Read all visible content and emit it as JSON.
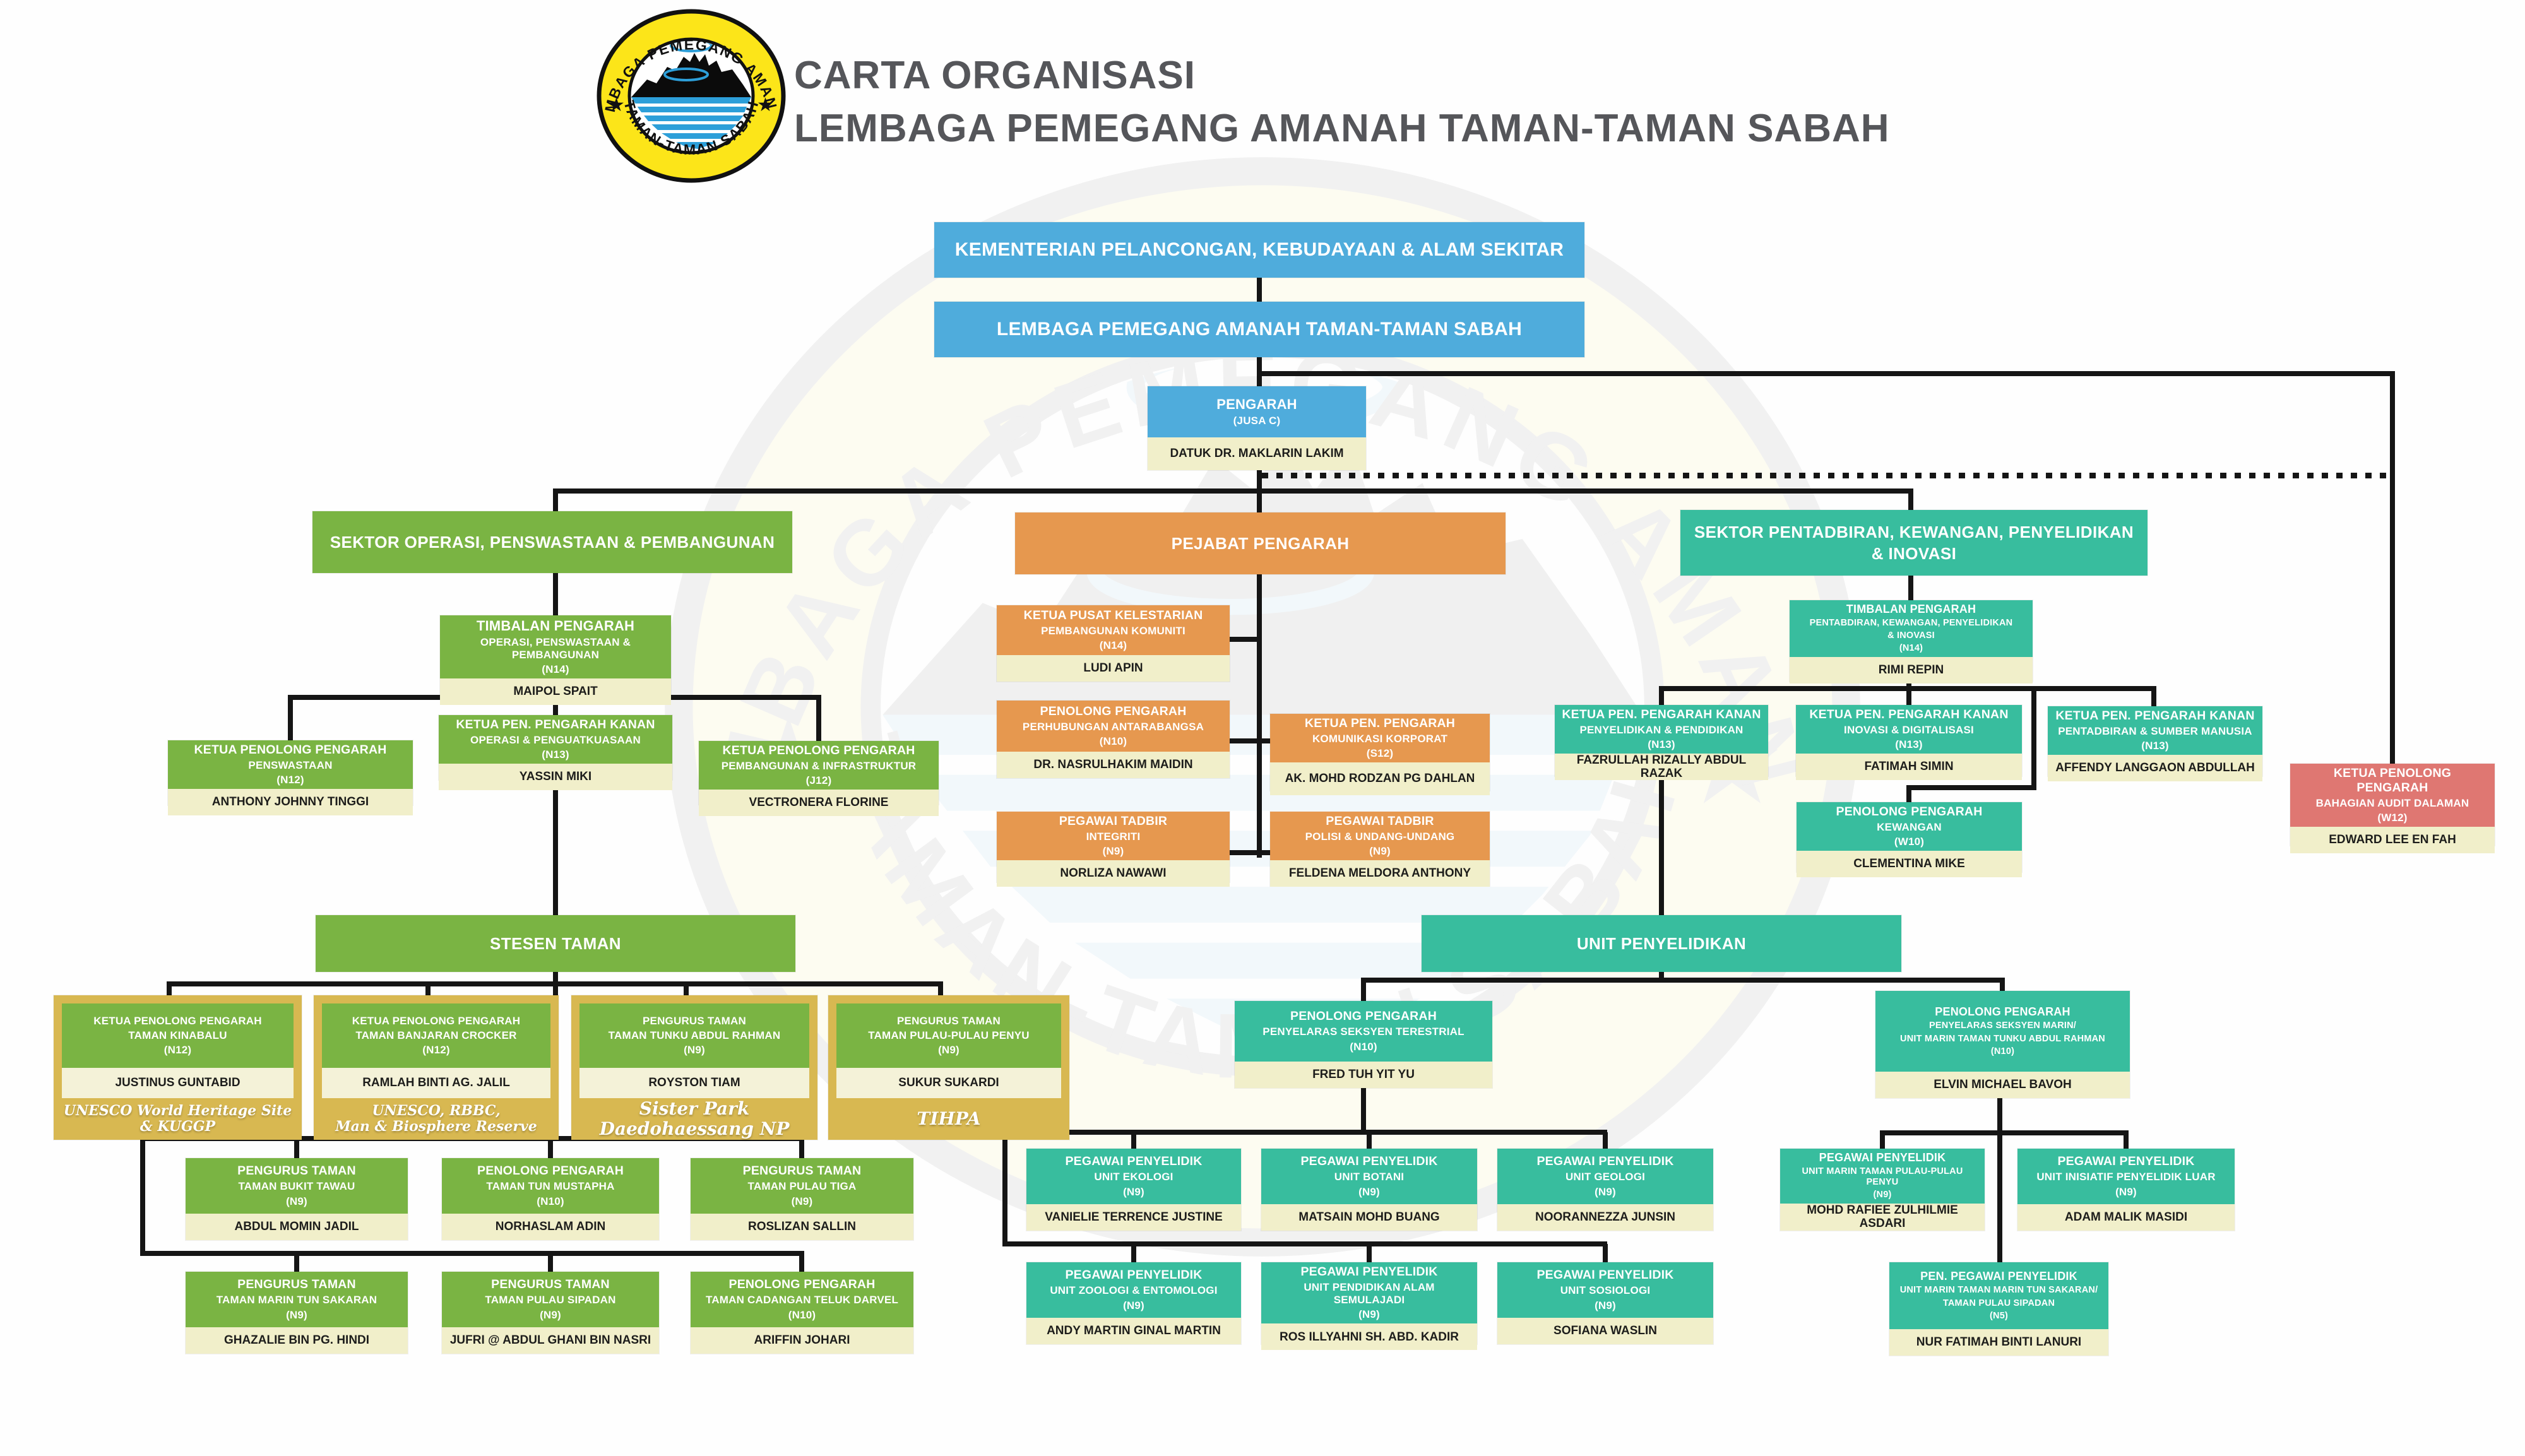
{
  "title": {
    "line1": "CARTA ORGANISASI",
    "line2": "LEMBAGA PEMEGANG AMANAH TAMAN-TAMAN SABAH"
  },
  "logo": {
    "top_text": "LEMBAGA PEMEGANG AMANAH",
    "bottom_text": "TAMAN-TAMAN SABAH"
  },
  "colors": {
    "blue": "#4FACDC",
    "green": "#7AB443",
    "orange": "#E6984F",
    "teal": "#38BD9E",
    "gold": "#D8B851",
    "red": "#DF7772",
    "cream": "#F1EFCA",
    "line": "#151515",
    "title_gray": "#55565a"
  },
  "nodes": {
    "ministry": {
      "lines": [
        "KEMENTERIAN PELANCONGAN, KEBUDAYAAN & ALAM SEKITAR"
      ]
    },
    "board": {
      "lines": [
        "LEMBAGA PEMEGANG AMANAH  TAMAN-TAMAN SABAH"
      ]
    },
    "director": {
      "lines": [
        "PENGARAH",
        "(JUSA C)"
      ],
      "name": "DATUK DR. MAKLARIN LAKIM"
    },
    "sector_ops": {
      "lines": [
        "SEKTOR OPERASI, PENSWASTAAN & PEMBANGUNAN"
      ]
    },
    "sector_office": {
      "lines": [
        "PEJABAT PENGARAH"
      ]
    },
    "sector_admin": {
      "lines": [
        "SEKTOR PENTADBIRAN, KEWANGAN, PENYELIDIKAN",
        "& INOVASI"
      ]
    },
    "timbalan_ops": {
      "lines": [
        "TIMBALAN PENGARAH",
        "OPERASI, PENSWASTAAN & PEMBANGUNAN",
        "(N14)"
      ],
      "name": "MAIPOL SPAIT"
    },
    "kpp_penswastaan": {
      "lines": [
        "KETUA PENOLONG PENGARAH",
        "PENSWASTAAN",
        "(N12)"
      ],
      "name": "ANTHONY JOHNNY TINGGI"
    },
    "kppk_ops": {
      "lines": [
        "KETUA PEN. PENGARAH KANAN",
        "OPERASI & PENGUATKUASAAN",
        "(N13)"
      ],
      "name": "YASSIN MIKI"
    },
    "kpp_pembangunan": {
      "lines": [
        "KETUA PENOLONG PENGARAH",
        "PEMBANGUNAN & INFRASTRUKTUR",
        "(J12)"
      ],
      "name": "VECTRONERA FLORINE"
    },
    "stesen_header": {
      "lines": [
        "STESEN TAMAN"
      ]
    },
    "kinabalu": {
      "lines": [
        "KETUA PENOLONG PENGARAH",
        "TAMAN KINABALU",
        "(N12)"
      ],
      "name": "JUSTINUS GUNTABID",
      "footer": [
        "UNESCO World Heritage Site",
        "& KUGGP"
      ]
    },
    "crocker": {
      "lines": [
        "KETUA PENOLONG PENGARAH",
        "TAMAN BANJARAN CROCKER",
        "(N12)"
      ],
      "name": "RAMLAH BINTI AG. JALIL",
      "footer": [
        "UNESCO, RBBC,",
        "Man & Biosphere Reserve"
      ]
    },
    "tunku_abdul_rahman": {
      "lines": [
        "PENGURUS TAMAN",
        "TAMAN TUNKU ABDUL RAHMAN",
        "(N9)"
      ],
      "name": "ROYSTON TIAM",
      "footer": [
        "Sister Park",
        "Daedohaessang NP"
      ]
    },
    "pulau_penyu_park": {
      "lines": [
        "PENGURUS TAMAN",
        "TAMAN PULAU-PULAU PENYU",
        "(N9)"
      ],
      "name": "SUKUR SUKARDI",
      "footer": [
        "TIHPA"
      ]
    },
    "bukit_tawau": {
      "lines": [
        "PENGURUS TAMAN",
        "TAMAN BUKIT TAWAU",
        "(N9)"
      ],
      "name": "ABDUL MOMIN JADIL"
    },
    "tun_mustapha": {
      "lines": [
        "PENOLONG PENGARAH",
        "TAMAN TUN MUSTAPHA",
        "(N10)"
      ],
      "name": "NORHASLAM ADIN"
    },
    "pulau_tiga": {
      "lines": [
        "PENGURUS TAMAN",
        "TAMAN PULAU TIGA",
        "(N9)"
      ],
      "name": "ROSLIZAN SALLIN"
    },
    "tun_sakaran": {
      "lines": [
        "PENGURUS TAMAN",
        "TAMAN MARIN TUN SAKARAN",
        "(N9)"
      ],
      "name": "GHAZALIE BIN PG. HINDI"
    },
    "pulau_sipadan": {
      "lines": [
        "PENGURUS TAMAN",
        "TAMAN PULAU SIPADAN",
        "(N9)"
      ],
      "name": "JUFRI @ ABDUL GHANI BIN NASRI"
    },
    "teluk_darvel": {
      "lines": [
        "PENOLONG PENGARAH",
        "TAMAN CADANGAN TELUK DARVEL",
        "(N10)"
      ],
      "name": "ARIFFIN JOHARI"
    },
    "kelestarian": {
      "lines": [
        "KETUA PUSAT KELESTARIAN",
        "PEMBANGUNAN KOMUNITI",
        "(N14)"
      ],
      "name": "LUDI APIN"
    },
    "antarabangsa": {
      "lines": [
        "PENOLONG PENGARAH",
        "PERHUBUNGAN ANTARABANGSA",
        "(N10)"
      ],
      "name": "DR. NASRULHAKIM MAIDIN"
    },
    "integriti": {
      "lines": [
        "PEGAWAI TADBIR",
        "INTEGRITI",
        "(N9)"
      ],
      "name": "NORLIZA NAWAWI"
    },
    "komunikasi": {
      "lines": [
        "KETUA PEN. PENGARAH",
        "KOMUNIKASI KORPORAT",
        "(S12)"
      ],
      "name": "AK. MOHD RODZAN PG DAHLAN"
    },
    "polisi": {
      "lines": [
        "PEGAWAI TADBIR",
        "POLISI & UNDANG-UNDANG",
        "(N9)"
      ],
      "name": "FELDENA MELDORA ANTHONY"
    },
    "timbalan_admin": {
      "lines": [
        "TIMBALAN PENGARAH",
        "PENTABDIRAN, KEWANGAN, PENYELIDIKAN",
        "& INOVASI",
        "(N14)"
      ],
      "name": "RIMI REPIN"
    },
    "kppk_penyelidikan": {
      "lines": [
        "KETUA PEN. PENGARAH KANAN",
        "PENYELIDIKAN & PENDIDIKAN",
        "(N13)"
      ],
      "name": "FAZRULLAH RIZALLY ABDUL RAZAK"
    },
    "kppk_inovasi": {
      "lines": [
        "KETUA PEN. PENGARAH KANAN",
        "INOVASI & DIGITALISASI",
        "(N13)"
      ],
      "name": "FATIMAH SIMIN"
    },
    "kppk_pentadbiran": {
      "lines": [
        "KETUA PEN. PENGARAH KANAN",
        "PENTADBIRAN & SUMBER MANUSIA",
        "(N13)"
      ],
      "name": "AFFENDY LANGGAON ABDULLAH"
    },
    "pp_kewangan": {
      "lines": [
        "PENOLONG PENGARAH",
        "KEWANGAN",
        "(W10)"
      ],
      "name": "CLEMENTINA MIKE"
    },
    "audit": {
      "lines": [
        "KETUA PENOLONG PENGARAH",
        "BAHAGIAN AUDIT DALAMAN",
        "(W12)"
      ],
      "name": "EDWARD LEE EN FAH"
    },
    "unit_header": {
      "lines": [
        "UNIT PENYELIDIKAN"
      ]
    },
    "pp_terestrial": {
      "lines": [
        "PENOLONG PENGARAH",
        "PENYELARAS SEKSYEN TERESTRIAL",
        "(N10)"
      ],
      "name": "FRED TUH YIT YU"
    },
    "pp_marin": {
      "lines": [
        "PENOLONG PENGARAH",
        "PENYELARAS SEKSYEN MARIN/",
        "UNIT MARIN TAMAN TUNKU ABDUL RAHMAN",
        "(N10)"
      ],
      "name": "ELVIN MICHAEL BAVOH"
    },
    "ekologi": {
      "lines": [
        "PEGAWAI PENYELIDIK",
        "UNIT EKOLOGI",
        "(N9)"
      ],
      "name": "VANIELIE TERRENCE JUSTINE"
    },
    "botani": {
      "lines": [
        "PEGAWAI PENYELIDIK",
        "UNIT BOTANI",
        "(N9)"
      ],
      "name": "MATSAIN MOHD BUANG"
    },
    "geologi": {
      "lines": [
        "PEGAWAI PENYELIDIK",
        "UNIT GEOLOGI",
        "(N9)"
      ],
      "name": "NOORANNEZZA JUNSIN"
    },
    "zoologi": {
      "lines": [
        "PEGAWAI PENYELIDIK",
        "UNIT ZOOLOGI & ENTOMOLOGI",
        "(N9)"
      ],
      "name": "ANDY MARTIN GINAL MARTIN"
    },
    "pendidikan_alam": {
      "lines": [
        "PEGAWAI PENYELIDIK",
        "UNIT PENDIDIKAN ALAM SEMULAJADI",
        "(N9)"
      ],
      "name": "ROS ILLYAHNI SH. ABD. KADIR"
    },
    "sosiologi": {
      "lines": [
        "PEGAWAI PENYELIDIK",
        "UNIT SOSIOLOGI",
        "(N9)"
      ],
      "name": "SOFIANA WASLIN"
    },
    "marin_penyu": {
      "lines": [
        "PEGAWAI PENYELIDIK",
        "UNIT MARIN TAMAN PULAU-PULAU PENYU",
        "(N9)"
      ],
      "name": "MOHD RAFIEE ZULHILMIE ASDARI"
    },
    "inisiatif": {
      "lines": [
        "PEGAWAI PENYELIDIK",
        "UNIT INISIATIF PENYELIDIK LUAR",
        "(N9)"
      ],
      "name": "ADAM MALIK MASIDI"
    },
    "pen_marin": {
      "lines": [
        "PEN. PEGAWAI PENYELIDIK",
        "UNIT MARIN TAMAN MARIN TUN SAKARAN/",
        "TAMAN PULAU SIPADAN",
        "(N5)"
      ],
      "name": "NUR FATIMAH BINTI LANURI"
    }
  }
}
